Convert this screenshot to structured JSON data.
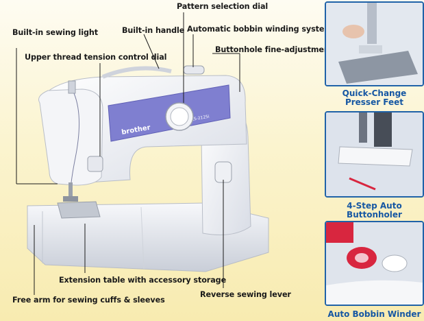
{
  "callouts": {
    "pattern_dial": "Pattern selection dial",
    "sewing_light": "Built-in sewing light",
    "handle": "Built-in handle",
    "bobbin_system": "Automatic bobbin winding system",
    "buttonhole_adjust": "Buttonhole fine-adjustment",
    "tension_dial": "Upper thread tension control dial",
    "extension_table": "Extension table with accessory storage",
    "free_arm": "Free arm for sewing cuffs & sleeves",
    "reverse_lever": "Reverse sewing lever"
  },
  "machine": {
    "brand": "brother",
    "model": "LS-2125i"
  },
  "insets": {
    "presser_feet": "Quick-Change Presser Feet",
    "buttonholer": "4-Step Auto Buttonholer",
    "bobbin_winder": "Auto Bobbin Winder"
  },
  "colors": {
    "accent_blue": "#1657a3",
    "panel_purple": "#7f7fd0",
    "thread_red": "#d8263f"
  }
}
